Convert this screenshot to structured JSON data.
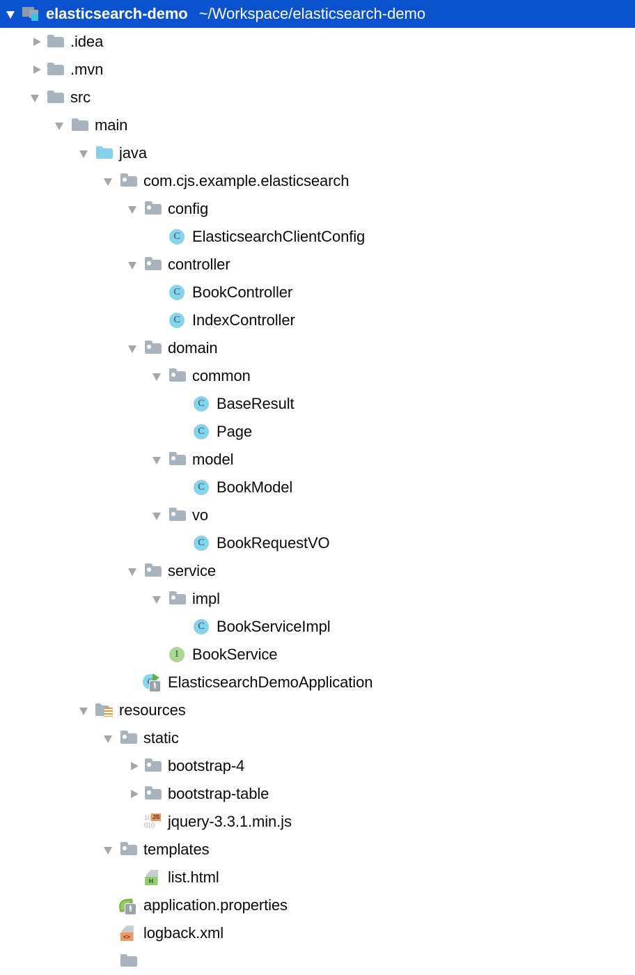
{
  "window": {
    "kind": "project-tree",
    "selection_color": "#0b53ce",
    "background_color": "#ffffff",
    "text_color": "#0a0a0a"
  },
  "tree": {
    "root": {
      "label": "elasticsearch-demo",
      "path": "~/Workspace/elasticsearch-demo",
      "icon": "module-icon",
      "state": "expanded",
      "selected": true
    },
    "nodes": [
      {
        "label": ".idea",
        "icon": "folder-icon",
        "state": "collapsed",
        "depth": 1
      },
      {
        "label": ".mvn",
        "icon": "folder-icon",
        "state": "collapsed",
        "depth": 1
      },
      {
        "label": "src",
        "icon": "folder-icon",
        "state": "expanded",
        "depth": 1
      },
      {
        "label": "main",
        "icon": "folder-icon",
        "state": "expanded",
        "depth": 2
      },
      {
        "label": "java",
        "icon": "source-folder-icon",
        "state": "expanded",
        "depth": 3
      },
      {
        "label": "com.cjs.example.elasticsearch",
        "icon": "package-icon",
        "state": "expanded",
        "depth": 4
      },
      {
        "label": "config",
        "icon": "package-icon",
        "state": "expanded",
        "depth": 5
      },
      {
        "label": "ElasticsearchClientConfig",
        "icon": "class-icon",
        "state": "leaf",
        "depth": 6,
        "glyph": "C"
      },
      {
        "label": "controller",
        "icon": "package-icon",
        "state": "expanded",
        "depth": 5
      },
      {
        "label": "BookController",
        "icon": "class-icon",
        "state": "leaf",
        "depth": 6,
        "glyph": "C"
      },
      {
        "label": "IndexController",
        "icon": "class-icon",
        "state": "leaf",
        "depth": 6,
        "glyph": "C"
      },
      {
        "label": "domain",
        "icon": "package-icon",
        "state": "expanded",
        "depth": 5
      },
      {
        "label": "common",
        "icon": "package-icon",
        "state": "expanded",
        "depth": 6
      },
      {
        "label": "BaseResult",
        "icon": "class-icon",
        "state": "leaf",
        "depth": 7,
        "glyph": "C"
      },
      {
        "label": "Page",
        "icon": "class-icon",
        "state": "leaf",
        "depth": 7,
        "glyph": "C"
      },
      {
        "label": "model",
        "icon": "package-icon",
        "state": "expanded",
        "depth": 6
      },
      {
        "label": "BookModel",
        "icon": "class-icon",
        "state": "leaf",
        "depth": 7,
        "glyph": "C"
      },
      {
        "label": "vo",
        "icon": "package-icon",
        "state": "expanded",
        "depth": 6
      },
      {
        "label": "BookRequestVO",
        "icon": "class-icon",
        "state": "leaf",
        "depth": 7,
        "glyph": "C"
      },
      {
        "label": "service",
        "icon": "package-icon",
        "state": "expanded",
        "depth": 5
      },
      {
        "label": "impl",
        "icon": "package-icon",
        "state": "expanded",
        "depth": 6
      },
      {
        "label": "BookServiceImpl",
        "icon": "class-icon",
        "state": "leaf",
        "depth": 7,
        "glyph": "C"
      },
      {
        "label": "BookService",
        "icon": "interface-icon",
        "state": "leaf",
        "depth": 6,
        "glyph": "I"
      },
      {
        "label": "ElasticsearchDemoApplication",
        "icon": "spring-class-icon",
        "state": "leaf",
        "depth": 5,
        "glyph": "C"
      },
      {
        "label": "resources",
        "icon": "resources-folder-icon",
        "state": "expanded",
        "depth": 3
      },
      {
        "label": "static",
        "icon": "package-icon",
        "state": "expanded",
        "depth": 4
      },
      {
        "label": "bootstrap-4",
        "icon": "package-icon",
        "state": "collapsed",
        "depth": 5
      },
      {
        "label": "bootstrap-table",
        "icon": "package-icon",
        "state": "collapsed",
        "depth": 5
      },
      {
        "label": "jquery-3.3.1.min.js",
        "icon": "js-file-icon",
        "state": "leaf",
        "depth": 5,
        "badge": "JS",
        "digits_top": "10",
        "digits_bottom": "010"
      },
      {
        "label": "templates",
        "icon": "package-icon",
        "state": "expanded",
        "depth": 4
      },
      {
        "label": "list.html",
        "icon": "html-file-icon",
        "state": "leaf",
        "depth": 5,
        "badge": "H"
      },
      {
        "label": "application.properties",
        "icon": "spring-leaf-icon",
        "state": "leaf",
        "depth": 4
      },
      {
        "label": "logback.xml",
        "icon": "xml-file-icon",
        "state": "leaf",
        "depth": 4,
        "badge": "<>"
      },
      {
        "label": "",
        "icon": "folder-icon",
        "state": "leaf",
        "depth": 4,
        "clipped": true
      }
    ]
  }
}
